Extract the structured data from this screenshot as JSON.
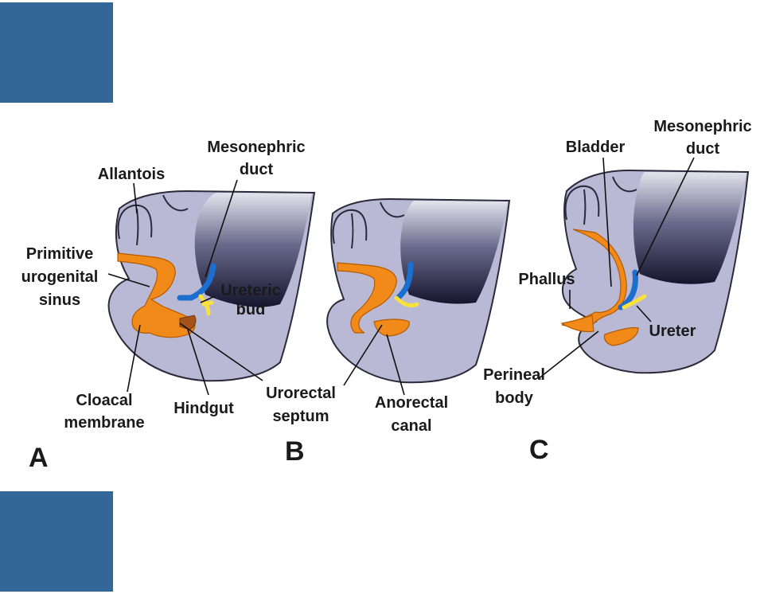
{
  "colors": {
    "accent_block": "#336699",
    "tissue": "#b9b9d6",
    "tissue_edge": "#2a2a3a",
    "dark_cavity": "#1e1e38",
    "orange": "#f28a1a",
    "blue_duct": "#1a6fd0",
    "yellow_bud": "#f7e13a"
  },
  "panels": [
    {
      "letter": "A",
      "labels": {
        "allantois": "Allantois",
        "mesonephric": "Mesonephric",
        "duct": "duct",
        "primitive": "Primitive",
        "urogenital": "urogenital",
        "sinus": "sinus",
        "ureteric": "Ureteric",
        "bud": "bud",
        "cloacal": "Cloacal",
        "membrane": "membrane",
        "hindgut": "Hindgut",
        "urorectal": "Urorectal",
        "septum": "septum"
      }
    },
    {
      "letter": "B",
      "labels": {
        "anorectal": "Anorectal",
        "canal": "canal"
      }
    },
    {
      "letter": "C",
      "labels": {
        "mesonephric": "Mesonephric",
        "duct": "duct",
        "bladder": "Bladder",
        "phallus": "Phallus",
        "ureter": "Ureter",
        "perineal": "Perineal",
        "body": "body"
      }
    }
  ]
}
